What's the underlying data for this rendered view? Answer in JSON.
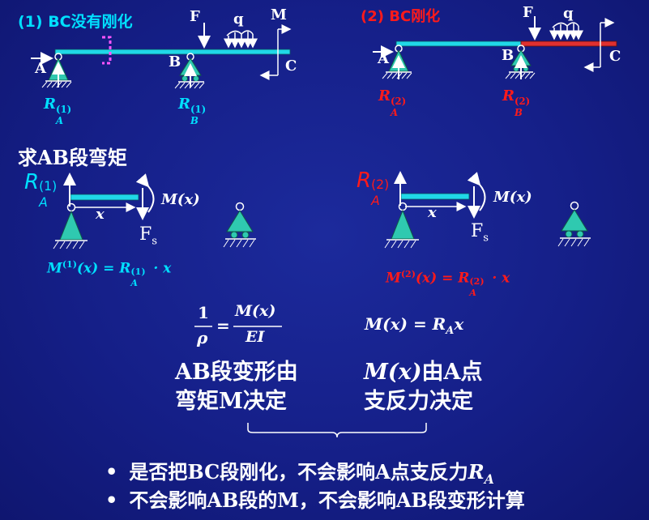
{
  "colors": {
    "background": "#151f88",
    "cyan": "#00e0ff",
    "red": "#ff1a1a",
    "white": "#ffffff",
    "support": "#2fc9b0",
    "beam_cyan": "#20d8e8",
    "beam_red": "#e03030"
  },
  "top_left": {
    "title": "(1) BC没有刚化",
    "label_A": "A",
    "label_B": "B",
    "label_C": "C",
    "label_F": "F",
    "label_q": "q",
    "label_M": "M",
    "react_A_base": "R",
    "react_A_sub": "A",
    "react_A_sup": "(1)",
    "react_B_base": "R",
    "react_B_sub": "B",
    "react_B_sup": "(1)"
  },
  "top_right": {
    "title_num": "(2) ",
    "title_bc": "BC",
    "title_rest": "刚化",
    "label_A": "A",
    "label_B": "B",
    "label_C": "C",
    "label_F": "F",
    "label_q": "q",
    "react_A_base": "R",
    "react_A_sub": "A",
    "react_A_sup": "(2)",
    "react_B_base": "R",
    "react_B_sub": "B",
    "react_B_sup": "(2)"
  },
  "section_title": "求AB段弯矩",
  "fbd_left": {
    "R_base": "R",
    "R_sub": "A",
    "R_sup": "(1)",
    "x_label": "x",
    "moment_label": "M(x)",
    "shear_base": "F",
    "shear_sub": "s",
    "formula_M": "M",
    "formula_sup": "(1)",
    "formula_mid": "(x) = R",
    "formula_sub": "A",
    "formula_sup2": "(1)",
    "formula_tail": " · x"
  },
  "fbd_right": {
    "R_base": "R",
    "R_sub": "A",
    "R_sup": "(2)",
    "x_label": "x",
    "moment_label": "M(x)",
    "shear_base": "F",
    "shear_sub": "s",
    "formula_M": "M",
    "formula_sup": "(2)",
    "formula_mid": "(x) = R",
    "formula_sub": "A",
    "formula_sup2": "(2)",
    "formula_tail": " · x"
  },
  "curvature": {
    "num_left": "1",
    "den_left": "ρ",
    "equals": "=",
    "num_right": "M(x)",
    "den_right": "EI"
  },
  "moment_eq": {
    "text": "M(x) = R",
    "sub": "A",
    "tail": "x"
  },
  "conclusion_left": {
    "line1": "AB段变形由",
    "line2": "弯矩M决定"
  },
  "conclusion_right": {
    "line1_math": "M(x)",
    "line1_text": "由A点",
    "line2": "支反力决定"
  },
  "bullets": [
    {
      "text": "是否把BC段刚化，不会影响A点支反力",
      "math": "R",
      "sub": "A"
    },
    {
      "text": "不会影响AB段的M，不会影响AB段变形计算"
    }
  ]
}
